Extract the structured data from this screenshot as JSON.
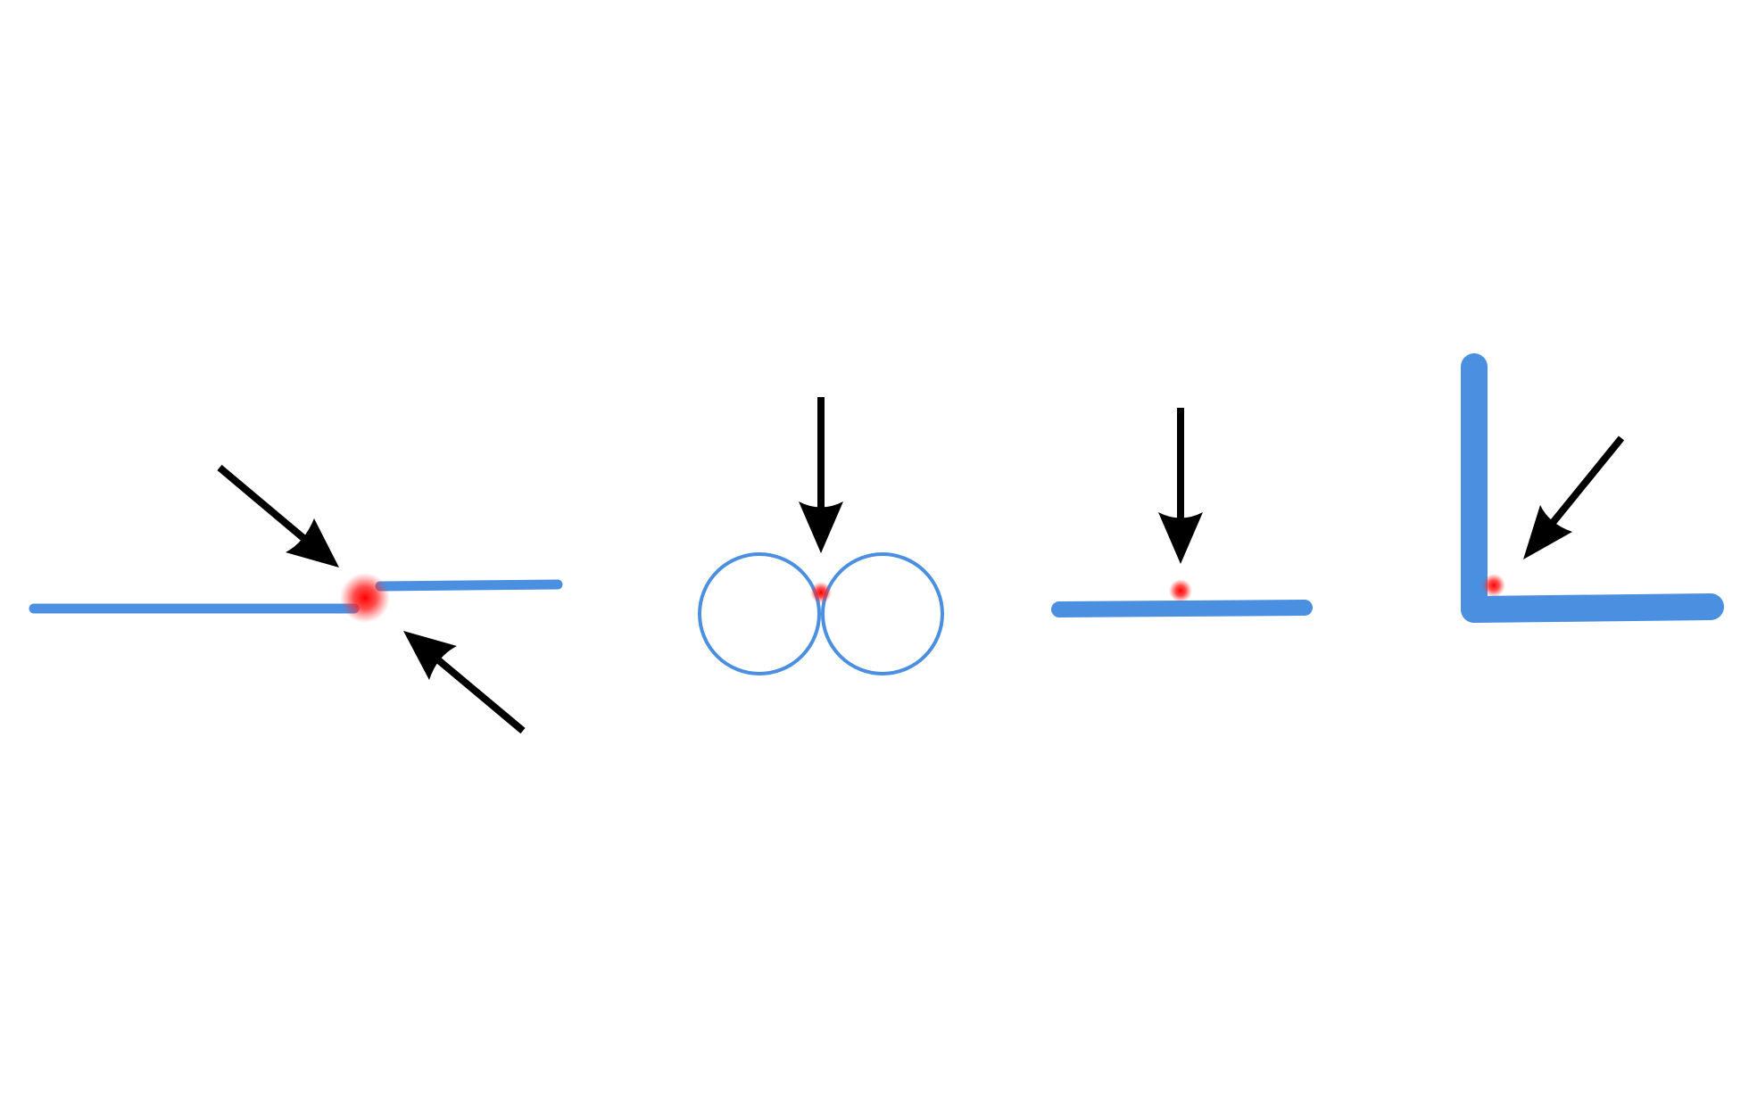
{
  "colors": {
    "background": "#ffffff",
    "shape": "#4a8fe0",
    "arrow": "#000000",
    "highlight": "#ff0000"
  },
  "panels": [
    {
      "name": "offset-line-ends",
      "arrow_count": 2,
      "highlight_count": 1
    },
    {
      "name": "touching-circles",
      "arrow_count": 1,
      "highlight_count": 1
    },
    {
      "name": "point-above-line",
      "arrow_count": 1,
      "highlight_count": 1
    },
    {
      "name": "inner-corner",
      "arrow_count": 1,
      "highlight_count": 1
    }
  ]
}
